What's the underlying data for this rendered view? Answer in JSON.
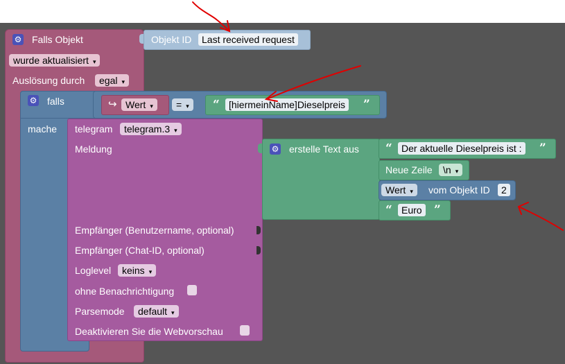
{
  "event_block": {
    "title": "Falls Objekt",
    "trigger_value": "wurde aktualisiert",
    "by_label": "Auslösung durch",
    "by_value": "egal"
  },
  "object_id_block": {
    "label": "Objekt ID",
    "value": "Last received request"
  },
  "if_block": {
    "if_label": "falls",
    "do_label": "mache"
  },
  "compare_block": {
    "left_value": "Wert",
    "operator": "=",
    "right_text": "[hiermeinName]Dieselpreis"
  },
  "telegram_block": {
    "title": "telegram",
    "instance": "telegram.3",
    "message_label": "Meldung",
    "recipient_user_label": "Empfänger (Benutzername, optional)",
    "recipient_chat_label": "Empfänger (Chat-ID, optional)",
    "loglevel_label": "Loglevel",
    "loglevel_value": "keins",
    "silent_label": "ohne Benachrichtigung",
    "parsemode_label": "Parsemode",
    "parsemode_value": "default",
    "disable_preview_label": "Deaktivieren Sie die Webvorschau"
  },
  "text_join_block": {
    "title": "erstelle Text aus",
    "text1": "Der aktuelle Dieselpreis ist :",
    "newline_label": "Neue Zeile",
    "newline_value": "\\n",
    "get_value_attr": "Wert",
    "get_value_label": "vom Objekt ID",
    "get_value_id": "2",
    "text2": "Euro"
  },
  "icons": {
    "gear": "gear-icon",
    "quote_open": "“",
    "quote_close": "”",
    "arrow_symbol": "↪",
    "dropdown_arrow": "▾"
  },
  "colors": {
    "workspace": "#555555",
    "event_block": "#a5597a",
    "logic_block": "#5b80a5",
    "telegram_block": "#a55b9f",
    "text_block": "#5ba580",
    "annotation": "#e00000"
  }
}
